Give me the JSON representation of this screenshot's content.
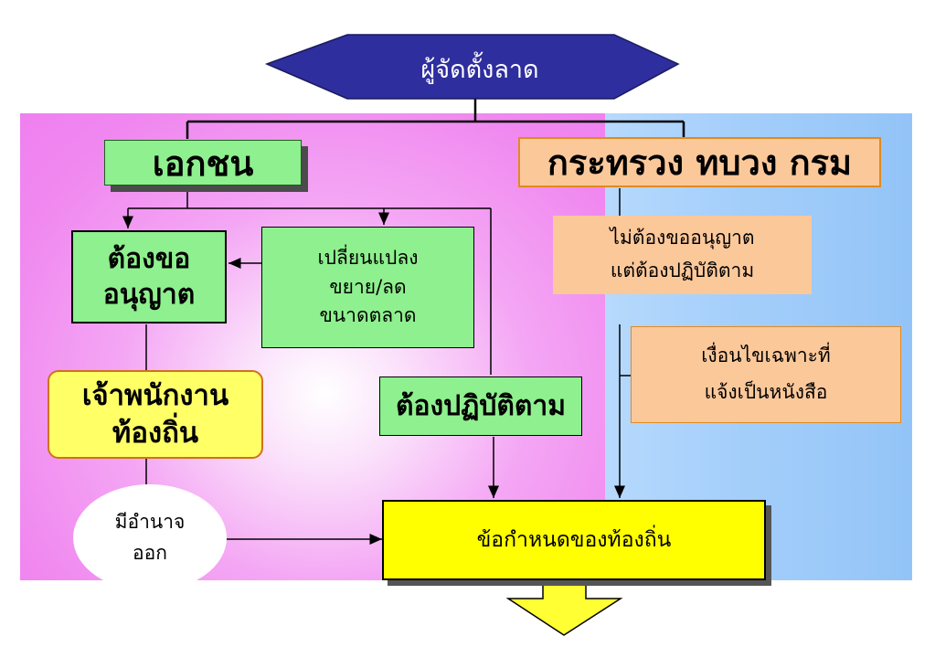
{
  "nodes": {
    "top": "ผู้จัดตั้งลาด",
    "private": "เอกชน",
    "ministry": "กระทรวง ทบวง กรม",
    "need_permit": "ต้องขอ\nอนุญาต",
    "change": "เปลี่ยนแปลง\nขยาย/ลด\nขนาดตลาด",
    "no_permit": "ไม่ต้องขออนุญาต\nแต่ต้องปฏิบัติตาม",
    "officer": "เจ้าพนักงาน\nท้องถิ่น",
    "must_comply": "ต้องปฏิบัติตาม",
    "conditions": "เงื่อนไขเฉพาะที่\nแจ้งเป็นหนังสือ",
    "authority": "มีอำนาจ\nออก",
    "local_rule": "ข้อกำหนดของท้องถิ่น"
  },
  "colors": {
    "top_fill": "#2e2e9e",
    "pink_region": "#f088f0",
    "blue_region": "#a7d0fb",
    "green_box": "#8ef08e",
    "peach_box": "#fbc89a",
    "yellow_box": "#ffff00",
    "officer_fill": "#ffff66",
    "officer_border": "#d07020"
  }
}
